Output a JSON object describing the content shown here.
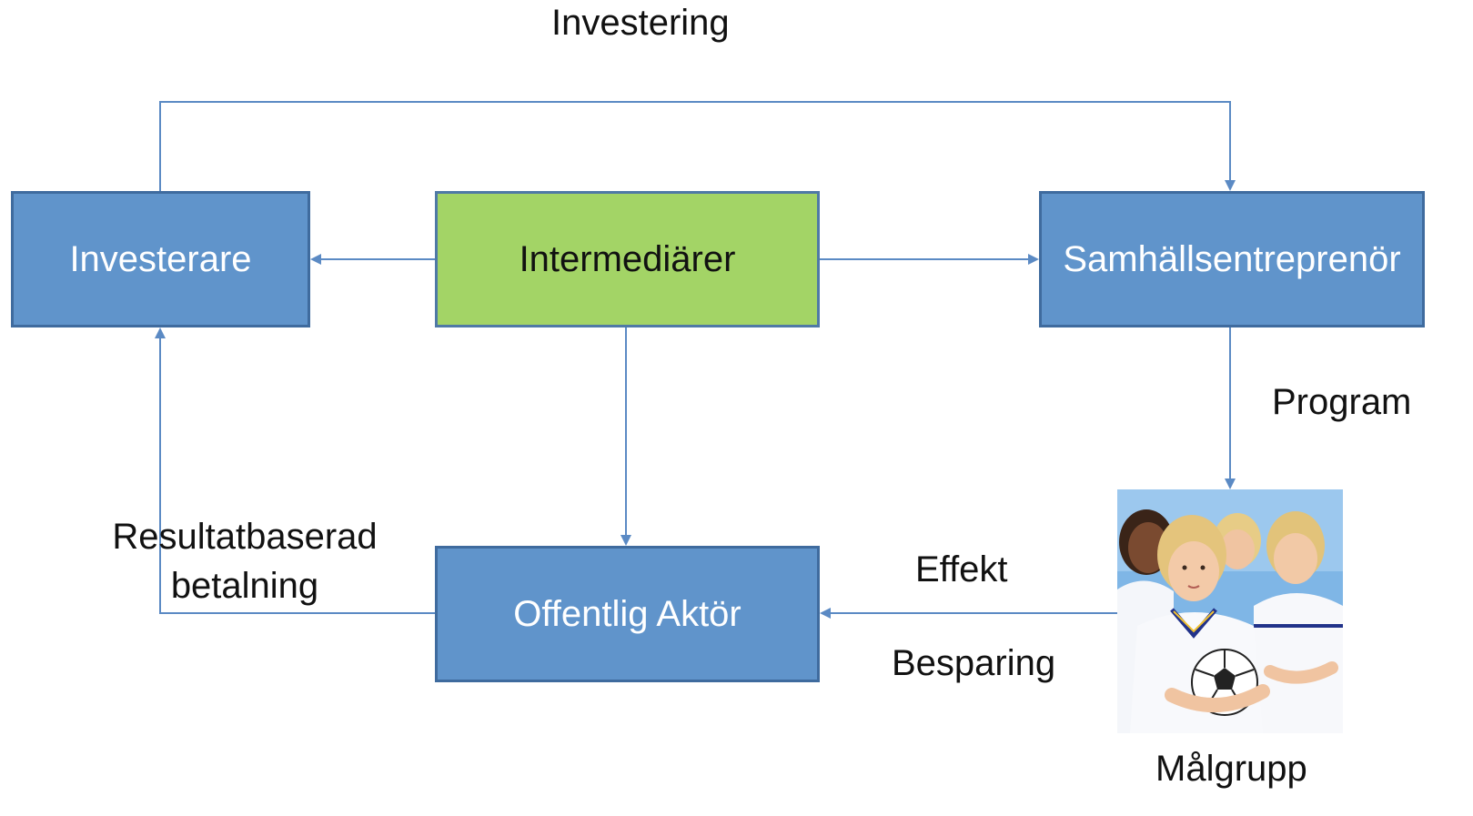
{
  "labels": {
    "investering": "Investering",
    "program": "Program",
    "resultatbaserad_betalning": "Resultatbaserad betalning",
    "effekt": "Effekt",
    "besparing": "Besparing",
    "malgrupp": "Målgrupp"
  },
  "boxes": {
    "investerare": "Investerare",
    "intermediarer": "Intermediärer",
    "samhallsentreprenor": "Samhällsentreprenör",
    "offentlig_aktor": "Offentlig Aktör"
  },
  "colors": {
    "box_blue": "#6094cb",
    "box_green": "#a3d466",
    "border": "#3f6b9e",
    "arrow": "#5b8ac4"
  },
  "photo": {
    "icon": "children-soccer-team-photo"
  }
}
